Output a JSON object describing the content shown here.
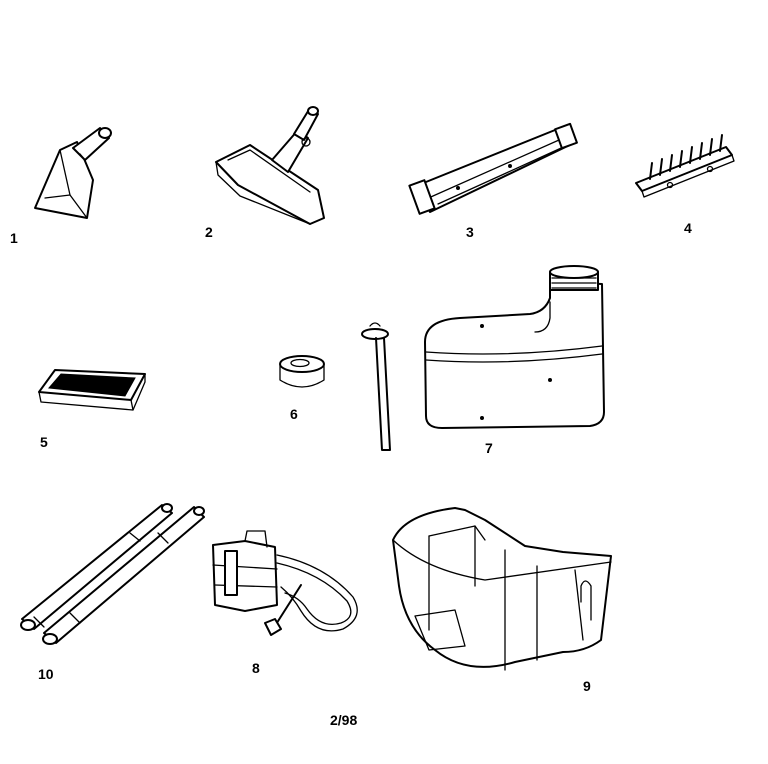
{
  "labels": {
    "p1": "1",
    "p2": "2",
    "p3": "3",
    "p4": "4",
    "p5": "5",
    "p6": "6",
    "p7": "7",
    "p8": "8",
    "p9": "9",
    "p10": "10"
  },
  "footer": "2/98"
}
